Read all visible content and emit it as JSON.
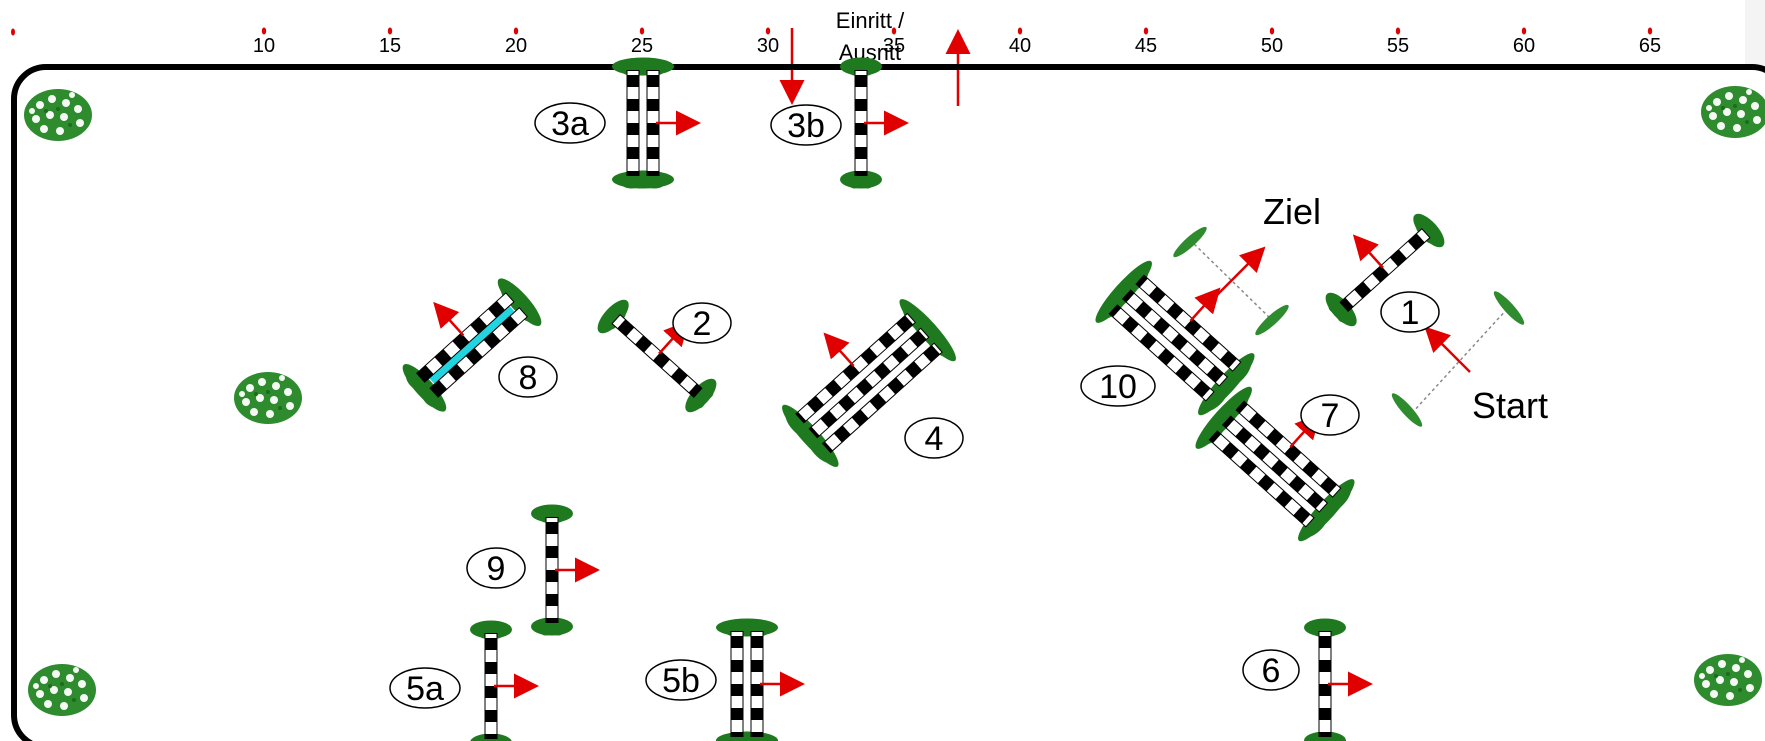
{
  "ruler": {
    "ticks": [
      "10",
      "15",
      "20",
      "25",
      "30",
      "35",
      "40",
      "45",
      "50",
      "55",
      "60",
      "65"
    ],
    "tick_color": "#e00000"
  },
  "entrance": {
    "label_line1": "Einritt /",
    "label_line2": "Ausritt",
    "arrow_color": "#e00000"
  },
  "start_label": "Start",
  "finish_label": "Ziel",
  "colors": {
    "arena_border": "#000000",
    "stand": "#1f7a1f",
    "pole_dark": "#000000",
    "pole_light": "#ffffff",
    "water": "#22d4e0",
    "direction_arrow": "#e00000",
    "label_fill": "#ffffff"
  },
  "obstacles": [
    {
      "id": "1",
      "label": "1",
      "type": "vertical",
      "poles": 1
    },
    {
      "id": "2",
      "label": "2",
      "type": "vertical",
      "poles": 1
    },
    {
      "id": "3a",
      "label": "3a",
      "type": "oxer",
      "poles": 2
    },
    {
      "id": "3b",
      "label": "3b",
      "type": "vertical",
      "poles": 1
    },
    {
      "id": "4",
      "label": "4",
      "type": "triple-bar",
      "poles": 3
    },
    {
      "id": "5a",
      "label": "5a",
      "type": "vertical",
      "poles": 1
    },
    {
      "id": "5b",
      "label": "5b",
      "type": "oxer",
      "poles": 2
    },
    {
      "id": "6",
      "label": "6",
      "type": "vertical",
      "poles": 1
    },
    {
      "id": "7",
      "label": "7",
      "type": "triple-bar",
      "poles": 3
    },
    {
      "id": "8",
      "label": "8",
      "type": "oxer-water",
      "poles": 2
    },
    {
      "id": "9",
      "label": "9",
      "type": "vertical",
      "poles": 1
    },
    {
      "id": "10",
      "label": "10",
      "type": "triple-bar",
      "poles": 3
    }
  ],
  "decorations": [
    "flower-bush-icon",
    "flower-bush-icon",
    "flower-bush-icon",
    "flower-bush-icon",
    "flower-bush-icon"
  ]
}
